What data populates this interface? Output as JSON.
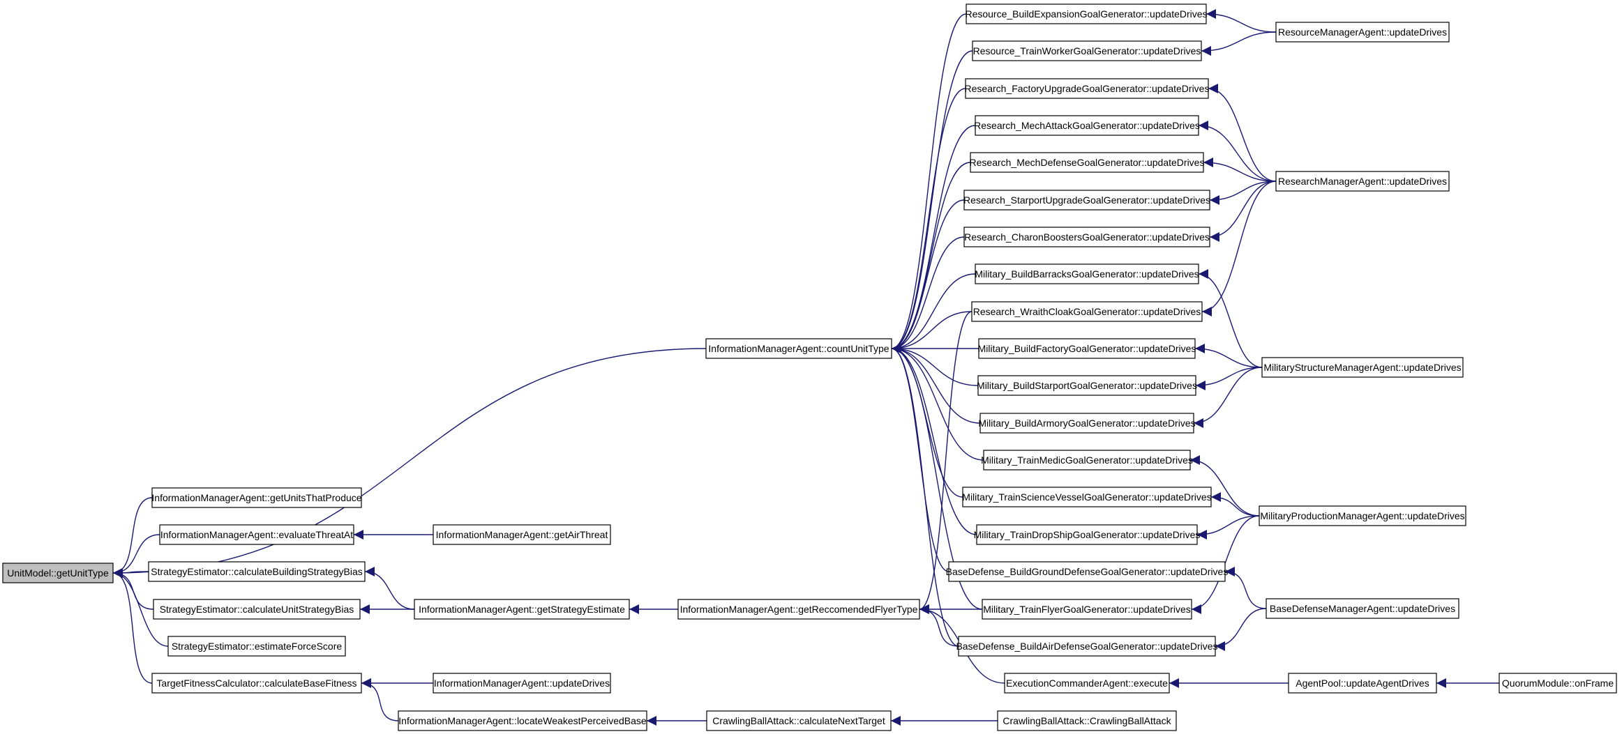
{
  "colors": {
    "edge": "#191970",
    "node_border": "#000000",
    "node_fill": "#ffffff",
    "root_fill": "#bfbfbf",
    "text": "#000000"
  },
  "nodes": [
    {
      "id": "n0",
      "label": "UnitModel::getUnitType",
      "root": true
    },
    {
      "id": "n1",
      "label": "InformationManagerAgent::countUnitType"
    },
    {
      "id": "n2",
      "label": "InformationManagerAgent::getUnitsThatProduce"
    },
    {
      "id": "n3",
      "label": "InformationManagerAgent::evaluateThreatAt"
    },
    {
      "id": "n4",
      "label": "StrategyEstimator::calculateBuildingStrategyBias"
    },
    {
      "id": "n5",
      "label": "StrategyEstimator::calculateUnitStrategyBias"
    },
    {
      "id": "n6",
      "label": "StrategyEstimator::estimateForceScore"
    },
    {
      "id": "n7",
      "label": "TargetFitnessCalculator::calculateBaseFitness"
    },
    {
      "id": "n8",
      "label": "InformationManagerAgent::getAirThreat"
    },
    {
      "id": "n9",
      "label": "InformationManagerAgent::getStrategyEstimate"
    },
    {
      "id": "n10",
      "label": "InformationManagerAgent::updateDrives"
    },
    {
      "id": "n11",
      "label": "InformationManagerAgent::locateWeakestPerceivedBase"
    },
    {
      "id": "n12",
      "label": "InformationManagerAgent::getReccomendedFlyerType"
    },
    {
      "id": "n13",
      "label": "CrawlingBallAttack::calculateNextTarget"
    },
    {
      "id": "n14",
      "label": "Resource_BuildExpansionGoalGenerator::updateDrives"
    },
    {
      "id": "n15",
      "label": "Resource_TrainWorkerGoalGenerator::updateDrives"
    },
    {
      "id": "n16",
      "label": "Research_FactoryUpgradeGoalGenerator::updateDrives"
    },
    {
      "id": "n17",
      "label": "Research_MechAttackGoalGenerator::updateDrives"
    },
    {
      "id": "n18",
      "label": "Research_MechDefenseGoalGenerator::updateDrives"
    },
    {
      "id": "n19",
      "label": "Research_StarportUpgradeGoalGenerator::updateDrives"
    },
    {
      "id": "n20",
      "label": "Research_CharonBoostersGoalGenerator::updateDrives"
    },
    {
      "id": "n21",
      "label": "Military_BuildBarracksGoalGenerator::updateDrives"
    },
    {
      "id": "n22",
      "label": "Research_WraithCloakGoalGenerator::updateDrives"
    },
    {
      "id": "n23",
      "label": "Military_BuildFactoryGoalGenerator::updateDrives"
    },
    {
      "id": "n24",
      "label": "Military_BuildStarportGoalGenerator::updateDrives"
    },
    {
      "id": "n25",
      "label": "Military_BuildArmoryGoalGenerator::updateDrives"
    },
    {
      "id": "n26",
      "label": "Military_TrainMedicGoalGenerator::updateDrives"
    },
    {
      "id": "n27",
      "label": "Military_TrainScienceVesselGoalGenerator::updateDrives"
    },
    {
      "id": "n28",
      "label": "Military_TrainDropShipGoalGenerator::updateDrives"
    },
    {
      "id": "n29",
      "label": "BaseDefense_BuildGroundDefenseGoalGenerator::updateDrives"
    },
    {
      "id": "n30",
      "label": "Military_TrainFlyerGoalGenerator::updateDrives"
    },
    {
      "id": "n31",
      "label": "BaseDefense_BuildAirDefenseGoalGenerator::updateDrives"
    },
    {
      "id": "n32",
      "label": "ExecutionCommanderAgent::execute"
    },
    {
      "id": "n33",
      "label": "CrawlingBallAttack::CrawlingBallAttack"
    },
    {
      "id": "n34",
      "label": "ResourceManagerAgent::updateDrives"
    },
    {
      "id": "n35",
      "label": "ResearchManagerAgent::updateDrives"
    },
    {
      "id": "n36",
      "label": "MilitaryStructureManagerAgent::updateDrives"
    },
    {
      "id": "n37",
      "label": "MilitaryProductionManagerAgent::updateDrives"
    },
    {
      "id": "n38",
      "label": "BaseDefenseManagerAgent::updateDrives"
    },
    {
      "id": "n39",
      "label": "AgentPool::updateAgentDrives"
    },
    {
      "id": "n40",
      "label": "QuorumModule::onFrame"
    }
  ],
  "edges": [
    [
      "n1",
      "n0"
    ],
    [
      "n2",
      "n0"
    ],
    [
      "n3",
      "n0"
    ],
    [
      "n4",
      "n0"
    ],
    [
      "n5",
      "n0"
    ],
    [
      "n6",
      "n0"
    ],
    [
      "n7",
      "n0"
    ],
    [
      "n8",
      "n3"
    ],
    [
      "n9",
      "n4"
    ],
    [
      "n9",
      "n5"
    ],
    [
      "n10",
      "n7"
    ],
    [
      "n11",
      "n7"
    ],
    [
      "n12",
      "n9"
    ],
    [
      "n13",
      "n11"
    ],
    [
      "n14",
      "n1"
    ],
    [
      "n15",
      "n1"
    ],
    [
      "n16",
      "n1"
    ],
    [
      "n17",
      "n1"
    ],
    [
      "n18",
      "n1"
    ],
    [
      "n19",
      "n1"
    ],
    [
      "n20",
      "n1"
    ],
    [
      "n21",
      "n1"
    ],
    [
      "n22",
      "n1"
    ],
    [
      "n23",
      "n1"
    ],
    [
      "n24",
      "n1"
    ],
    [
      "n25",
      "n1"
    ],
    [
      "n26",
      "n1"
    ],
    [
      "n27",
      "n1"
    ],
    [
      "n28",
      "n1"
    ],
    [
      "n29",
      "n1"
    ],
    [
      "n30",
      "n1"
    ],
    [
      "n31",
      "n1"
    ],
    [
      "n22",
      "n12"
    ],
    [
      "n30",
      "n12"
    ],
    [
      "n31",
      "n12"
    ],
    [
      "n32",
      "n12"
    ],
    [
      "n33",
      "n13"
    ],
    [
      "n34",
      "n14"
    ],
    [
      "n34",
      "n15"
    ],
    [
      "n35",
      "n16"
    ],
    [
      "n35",
      "n17"
    ],
    [
      "n35",
      "n18"
    ],
    [
      "n35",
      "n19"
    ],
    [
      "n35",
      "n20"
    ],
    [
      "n35",
      "n22"
    ],
    [
      "n36",
      "n21"
    ],
    [
      "n36",
      "n23"
    ],
    [
      "n36",
      "n24"
    ],
    [
      "n36",
      "n25"
    ],
    [
      "n37",
      "n26"
    ],
    [
      "n37",
      "n27"
    ],
    [
      "n37",
      "n28"
    ],
    [
      "n37",
      "n30"
    ],
    [
      "n38",
      "n29"
    ],
    [
      "n38",
      "n31"
    ],
    [
      "n39",
      "n32"
    ],
    [
      "n40",
      "n39"
    ]
  ]
}
